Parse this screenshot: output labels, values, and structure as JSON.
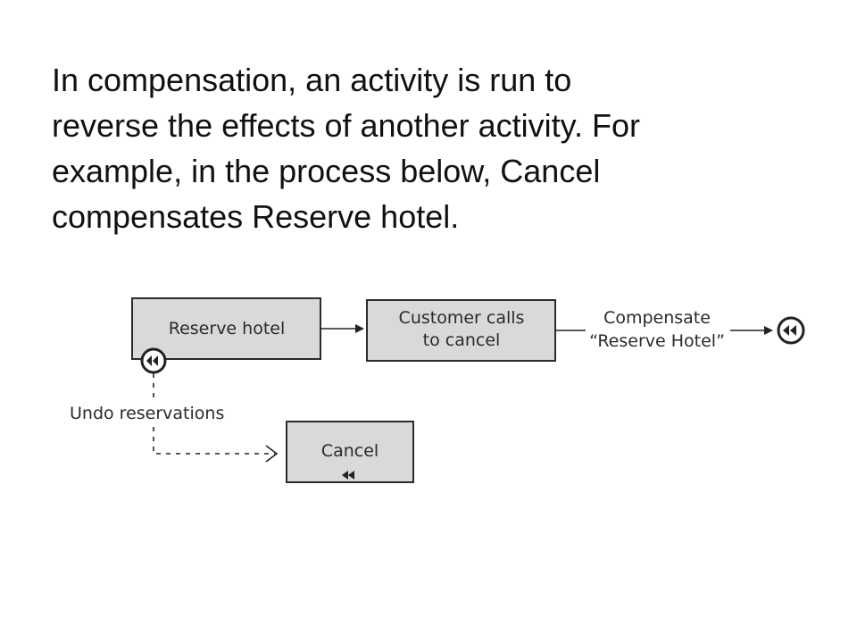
{
  "slide": {
    "text_lines": [
      "In compensation, an activity is run to",
      "reverse the effects of another activity. For",
      "example, in the process below, Cancel",
      "compensates Reserve hotel."
    ]
  },
  "diagram": {
    "reserve_hotel": "Reserve hotel",
    "customer_calls_line1": "Customer calls",
    "customer_calls_line2": "to cancel",
    "compensate_line1": "Compensate",
    "compensate_line2": "“Reserve Hotel”",
    "undo_reservations": "Undo reservations",
    "cancel": "Cancel",
    "compensation_marker_icon": "double-left-triangle-icon"
  }
}
